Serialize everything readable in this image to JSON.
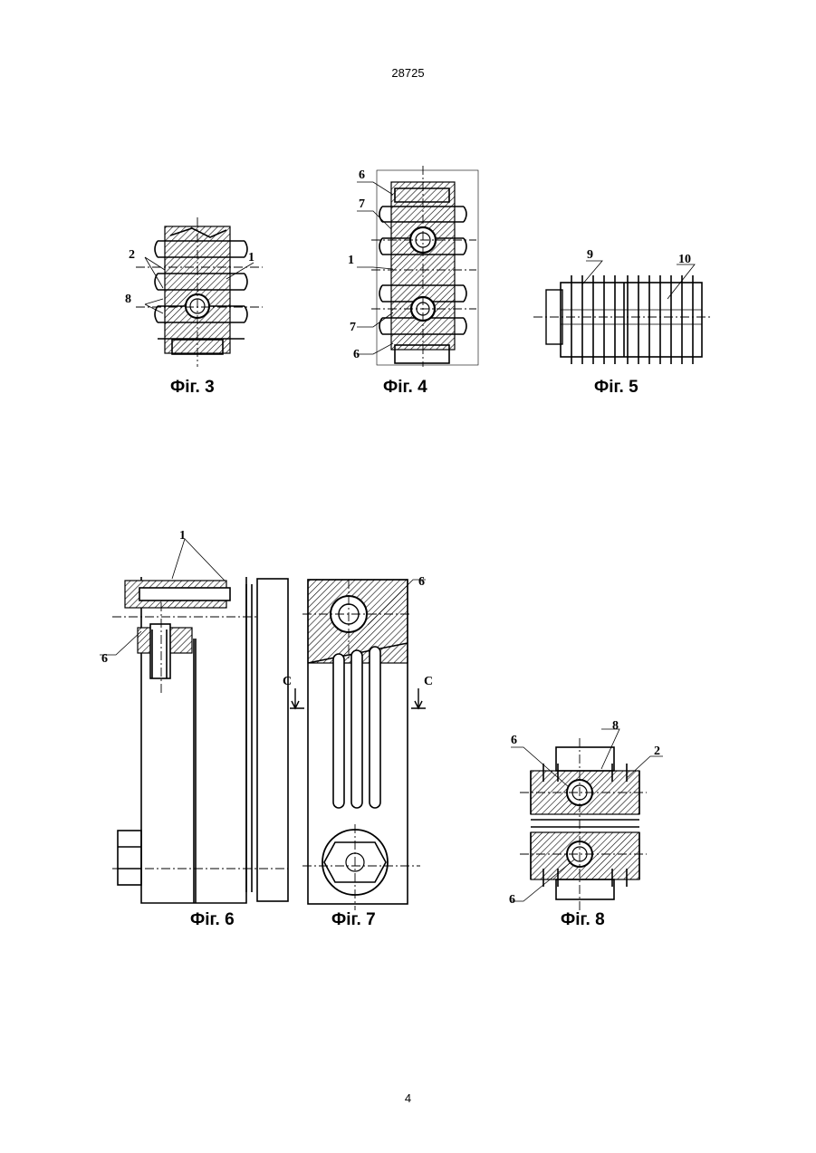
{
  "header": {
    "patent_number": "28725"
  },
  "footer": {
    "page_number": "4"
  },
  "figures": {
    "fig3": {
      "caption": "Фіг. 3",
      "labels": [
        "2",
        "1",
        "8"
      ]
    },
    "fig4": {
      "caption": "Фіг. 4",
      "labels": [
        "6",
        "7",
        "1",
        "7",
        "6"
      ]
    },
    "fig5": {
      "caption": "Фіг. 5",
      "labels": [
        "9",
        "10"
      ]
    },
    "fig6": {
      "caption": "Фіг. 6",
      "labels": [
        "1",
        "6"
      ]
    },
    "fig7": {
      "caption": "Фіг. 7",
      "labels": [
        "6",
        "С",
        "С"
      ]
    },
    "fig8": {
      "caption": "Фіг. 8",
      "labels": [
        "6",
        "8",
        "2",
        "6"
      ]
    }
  }
}
